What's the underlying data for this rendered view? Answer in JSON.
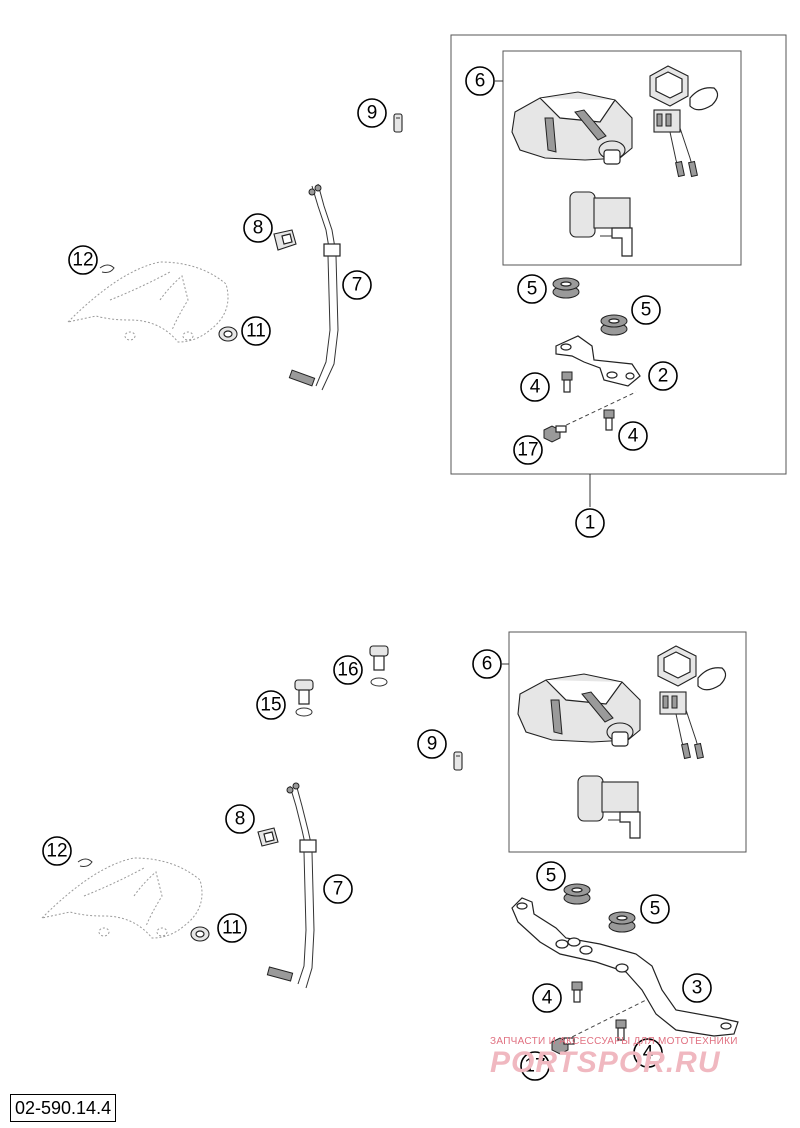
{
  "diagram": {
    "document_number": "02-590.14.4",
    "watermark": {
      "tagline": "ЗАПЧАСТИ И АКСЕССУАРЫ ДЛЯ МОТОТЕХНИКИ",
      "brand": "PORTSPOR.RU"
    },
    "callouts": {
      "top": [
        "9",
        "8",
        "12",
        "7",
        "11",
        "6",
        "5",
        "5",
        "4",
        "2",
        "17",
        "4",
        "1"
      ],
      "bottom": [
        "16",
        "15",
        "9",
        "6",
        "8",
        "12",
        "7",
        "11",
        "5",
        "5",
        "3",
        "4",
        "4",
        "17"
      ]
    }
  }
}
